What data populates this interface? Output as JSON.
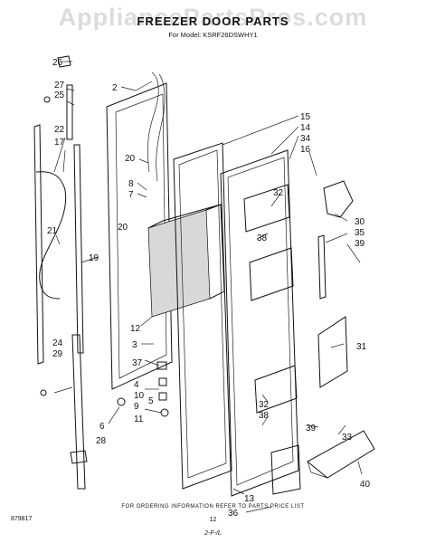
{
  "watermark": "AppliancePartsPros.com",
  "header": {
    "title": "FREEZER DOOR PARTS",
    "model": "For Model: KSRF26DSWHY1"
  },
  "footer": {
    "instructions": "FOR ORDERING INFORMATION REFER TO PARTS PRICE LIST",
    "doc_number": "879817",
    "page": "12",
    "date": "2-F-/L"
  },
  "callouts": [
    "26",
    "27",
    "25",
    "2",
    "22",
    "17",
    "21",
    "19",
    "20",
    "8",
    "7",
    "20",
    "12",
    "3",
    "37",
    "4",
    "10",
    "9",
    "5",
    "11",
    "6",
    "28",
    "24",
    "29",
    "15",
    "14",
    "34",
    "16",
    "32",
    "38",
    "30",
    "35",
    "39",
    "31",
    "32",
    "38",
    "39",
    "33",
    "13",
    "36",
    "40"
  ]
}
